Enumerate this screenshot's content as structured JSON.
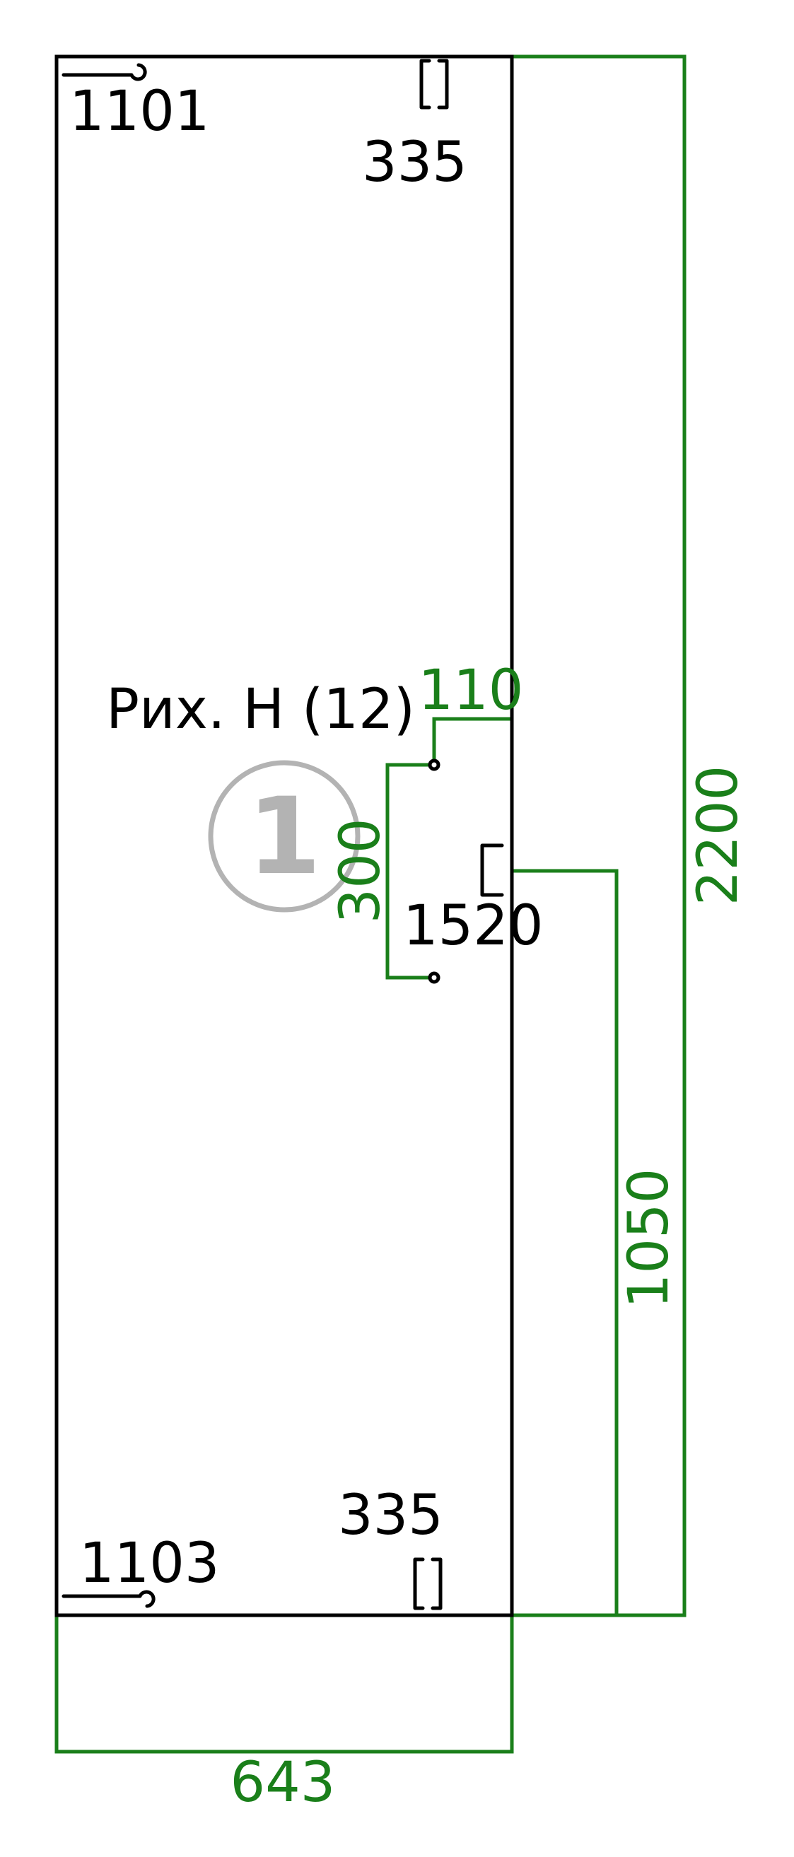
{
  "panel": {
    "name": "Рих. Н (12)",
    "badge_number": "1",
    "edge_codes": {
      "top_left": "1101",
      "bottom_left": "1103"
    },
    "hinges": {
      "top_offset": "335",
      "bottom_offset": "335"
    },
    "handle_code": "1520"
  },
  "dimensions": {
    "width": "643",
    "height": "2200",
    "handle_height": "1050",
    "hole_spacing": "300",
    "hole_offset": "110"
  },
  "colors": {
    "outline": "#000000",
    "dimension": "#1a7f1a",
    "badge": "#b3b3b3"
  }
}
